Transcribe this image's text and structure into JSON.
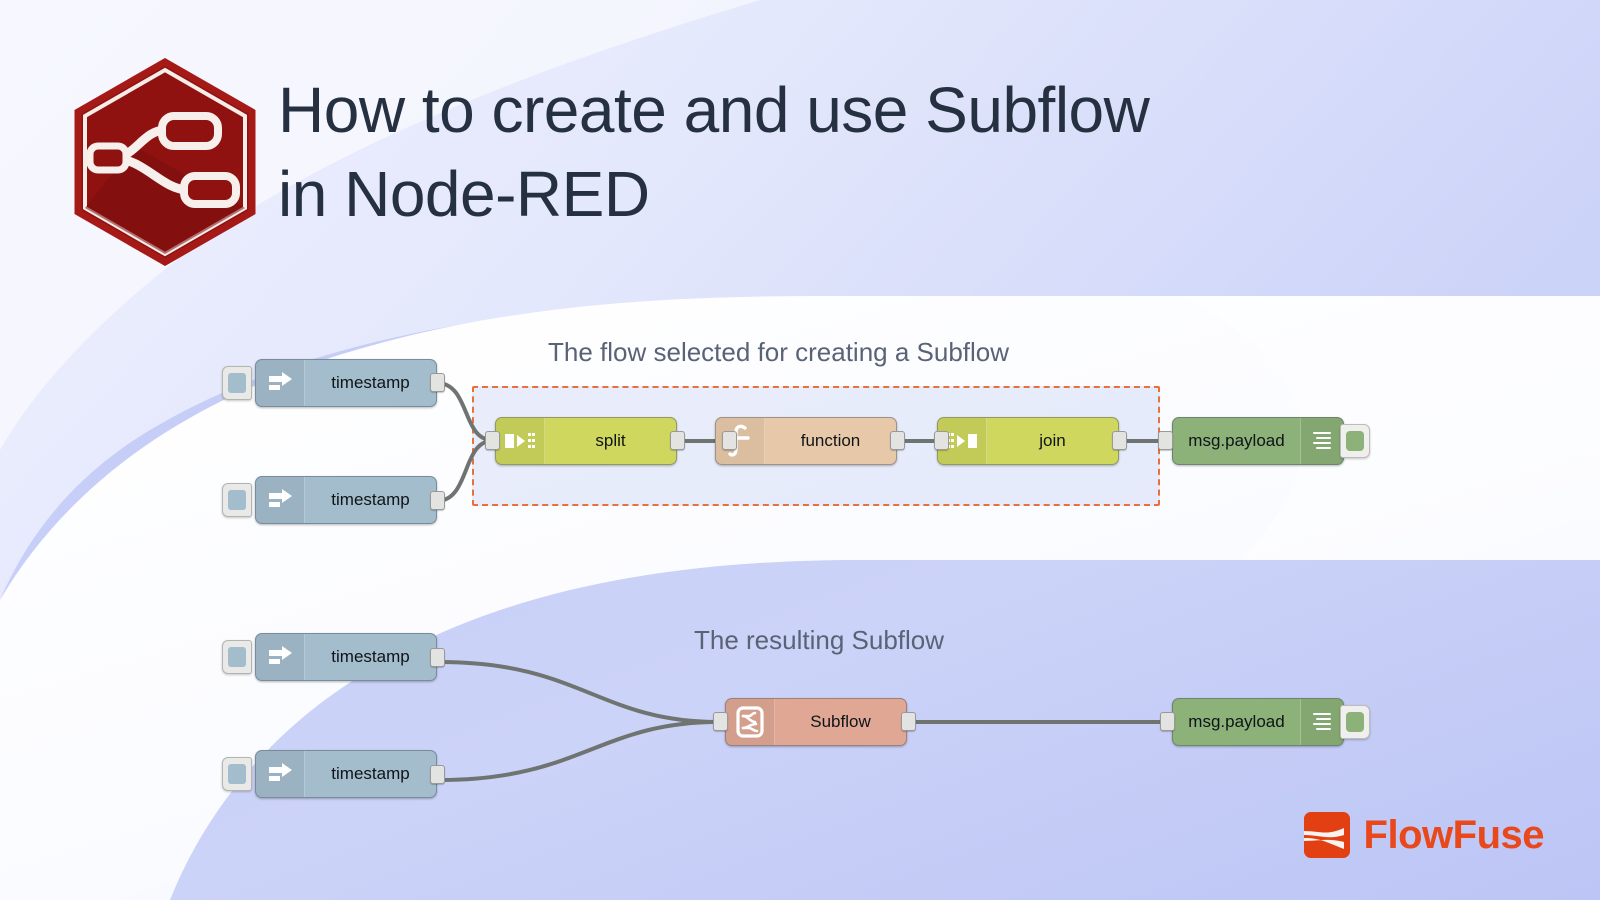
{
  "header": {
    "title_line1": "How to create and use Subflow",
    "title_line2": "in Node-RED",
    "logo_name": "node-red-hexagon-logo"
  },
  "annotations": {
    "upper": "The flow selected for creating a Subflow",
    "lower": "The resulting Subflow"
  },
  "upper_flow": {
    "nodes": [
      {
        "id": "inject-1",
        "label": "timestamp",
        "type": "inject",
        "icon": "arrow-right-icon"
      },
      {
        "id": "inject-2",
        "label": "timestamp",
        "type": "inject",
        "icon": "arrow-right-icon"
      },
      {
        "id": "split-1",
        "label": "split",
        "type": "split",
        "icon": "split-icon"
      },
      {
        "id": "function-1",
        "label": "function",
        "type": "function",
        "icon": "function-f-icon"
      },
      {
        "id": "join-1",
        "label": "join",
        "type": "join",
        "icon": "join-icon"
      },
      {
        "id": "debug-1",
        "label": "msg.payload",
        "type": "debug",
        "icon": "debug-lines-icon"
      }
    ]
  },
  "lower_flow": {
    "nodes": [
      {
        "id": "inject-3",
        "label": "timestamp",
        "type": "inject",
        "icon": "arrow-right-icon"
      },
      {
        "id": "inject-4",
        "label": "timestamp",
        "type": "inject",
        "icon": "arrow-right-icon"
      },
      {
        "id": "subflow-1",
        "label": "Subflow",
        "type": "subflow",
        "icon": "subflow-icon"
      },
      {
        "id": "debug-2",
        "label": "msg.payload",
        "type": "debug",
        "icon": "debug-lines-icon"
      }
    ]
  },
  "footer": {
    "brand": "FlowFuse",
    "brand_color": "#e8481b"
  },
  "colors": {
    "background": "#dfe4fb",
    "wave": "#c3cbf6",
    "title_text": "#253040",
    "annotation_text": "#5a6376",
    "selection_border": "#e8703a",
    "node_inject": "#a3bdcd",
    "node_split": "#cfd75e",
    "node_function": "#e7c9a9",
    "node_debug": "#8cb179",
    "node_subflow": "#e0a894",
    "wire": "#6f7471",
    "nodered_red": "#8f1210"
  }
}
